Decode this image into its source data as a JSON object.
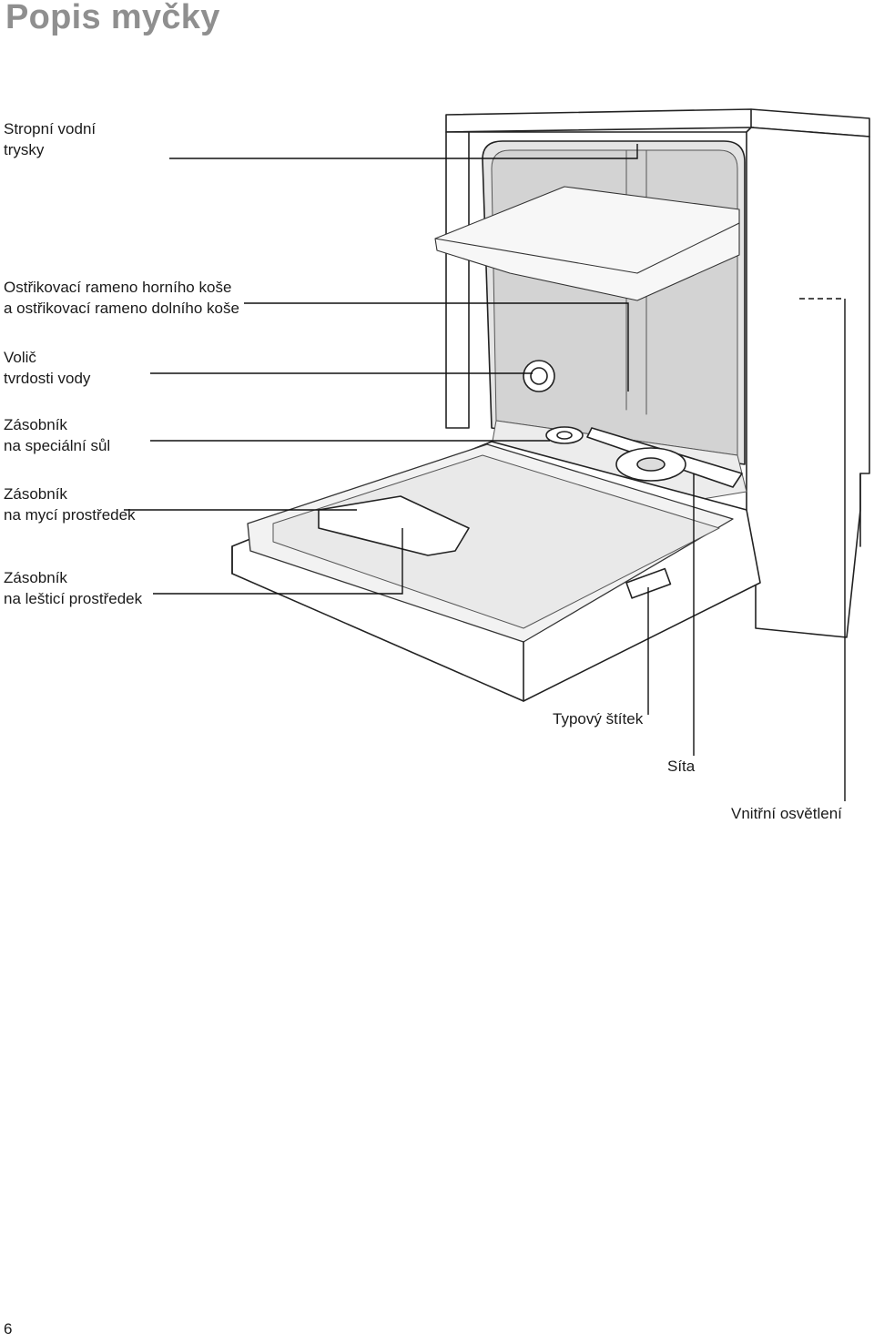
{
  "page": {
    "title": "Popis myčky",
    "page_number": "6"
  },
  "labels": {
    "stropni": [
      "Stropní vodní",
      "trysky"
    ],
    "ostrikovaci": [
      "Ostřikovací rameno horního koše",
      "a ostřikovací rameno dolního koše"
    ],
    "volic": [
      "Volič",
      "tvrdosti vody"
    ],
    "sul": [
      "Zásobník",
      "na speciální sůl"
    ],
    "myci": [
      "Zásobník",
      "na mycí prostředek"
    ],
    "lestici": [
      "Zásobník",
      "na lešticí prostředek"
    ],
    "typovy": "Typový štítek",
    "sita": "Síta",
    "osvetleni": "Vnitřní osvětlení"
  }
}
